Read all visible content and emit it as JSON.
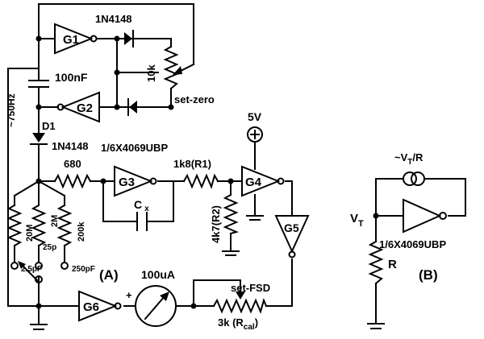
{
  "circuit_a": {
    "label": "(A)",
    "gates": {
      "g1": "G1",
      "g2": "G2",
      "g3": "G3",
      "g4": "G4",
      "g5": "G5",
      "g6": "G6"
    },
    "components": {
      "diode_top": "1N4148",
      "diode_d1_name": "D1",
      "diode_d1_part": "1N4148",
      "cap_main": "100nF",
      "freq": "~750Hz",
      "pot_zero_value": "10k",
      "pot_zero_name": "set-zero",
      "supply": "5V",
      "ic_part": "1/6X4069UBP",
      "res_680": "680",
      "res_r1": "1k8(R1)",
      "res_r2": "4k7(R2)",
      "cap_x": "C",
      "cap_x_sub": "x",
      "res_20m": "20M",
      "res_2m": "2M",
      "res_200k": "200k",
      "cap_25p": "25p",
      "cap_2p5": "2.5pF",
      "cap_250p": "250pF",
      "meter": "100uA",
      "meter_plus": "+",
      "pot_fsd_name": "set-FSD",
      "pot_fsd_value": "3k (R",
      "pot_fsd_sub": "cal",
      "pot_fsd_close": ")"
    }
  },
  "circuit_b": {
    "label": "(B)",
    "source_pre": "~V",
    "source_sub": "T",
    "source_post": "/R",
    "node_main": "V",
    "node_sub": "T",
    "resistor": "R",
    "ic_part": "1/6X4069UBP"
  }
}
